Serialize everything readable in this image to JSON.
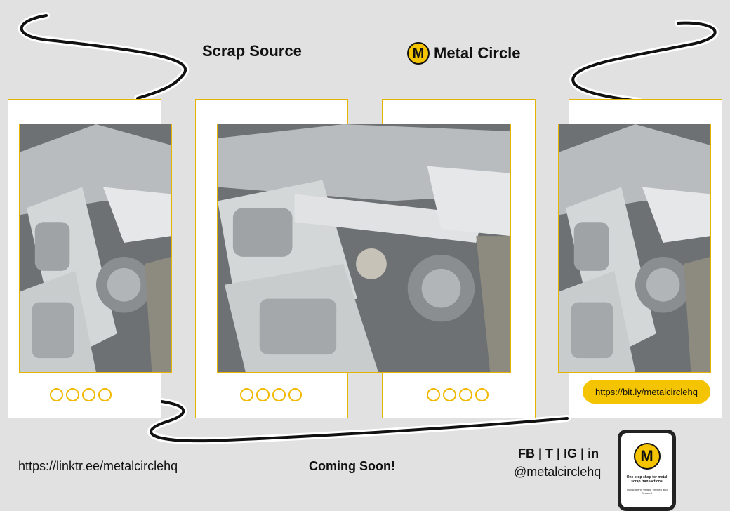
{
  "header": {
    "left_title": "Scrap Source",
    "brand_logo_letter": "M",
    "brand_name": "Metal Circle"
  },
  "cards": [
    {
      "image": "scrap-metal-photo",
      "indicator": "four-circle-dots"
    },
    {
      "image": "scrap-metal-photo",
      "indicator": "four-circle-dots"
    },
    {
      "image": "scrap-metal-photo",
      "indicator": "four-circle-dots"
    },
    {
      "image": "scrap-metal-photo",
      "link_label": "https://bit.ly/metalcirclehq"
    }
  ],
  "footer": {
    "linktree": "https://linktr.ee/metalcirclehq",
    "coming_soon": "Coming Soon!",
    "social_line": "FB | T | IG | in",
    "handle": "@metalcirclehq"
  },
  "phone": {
    "logo_letter": "M",
    "tagline": "One-stop shop for metal scrap transactions",
    "subline": "Transparent, Vetted, Verified and Secured"
  },
  "colors": {
    "background": "#e2e1e1",
    "accent": "#f5c400",
    "card_border": "#e3b400",
    "text": "#111111"
  }
}
